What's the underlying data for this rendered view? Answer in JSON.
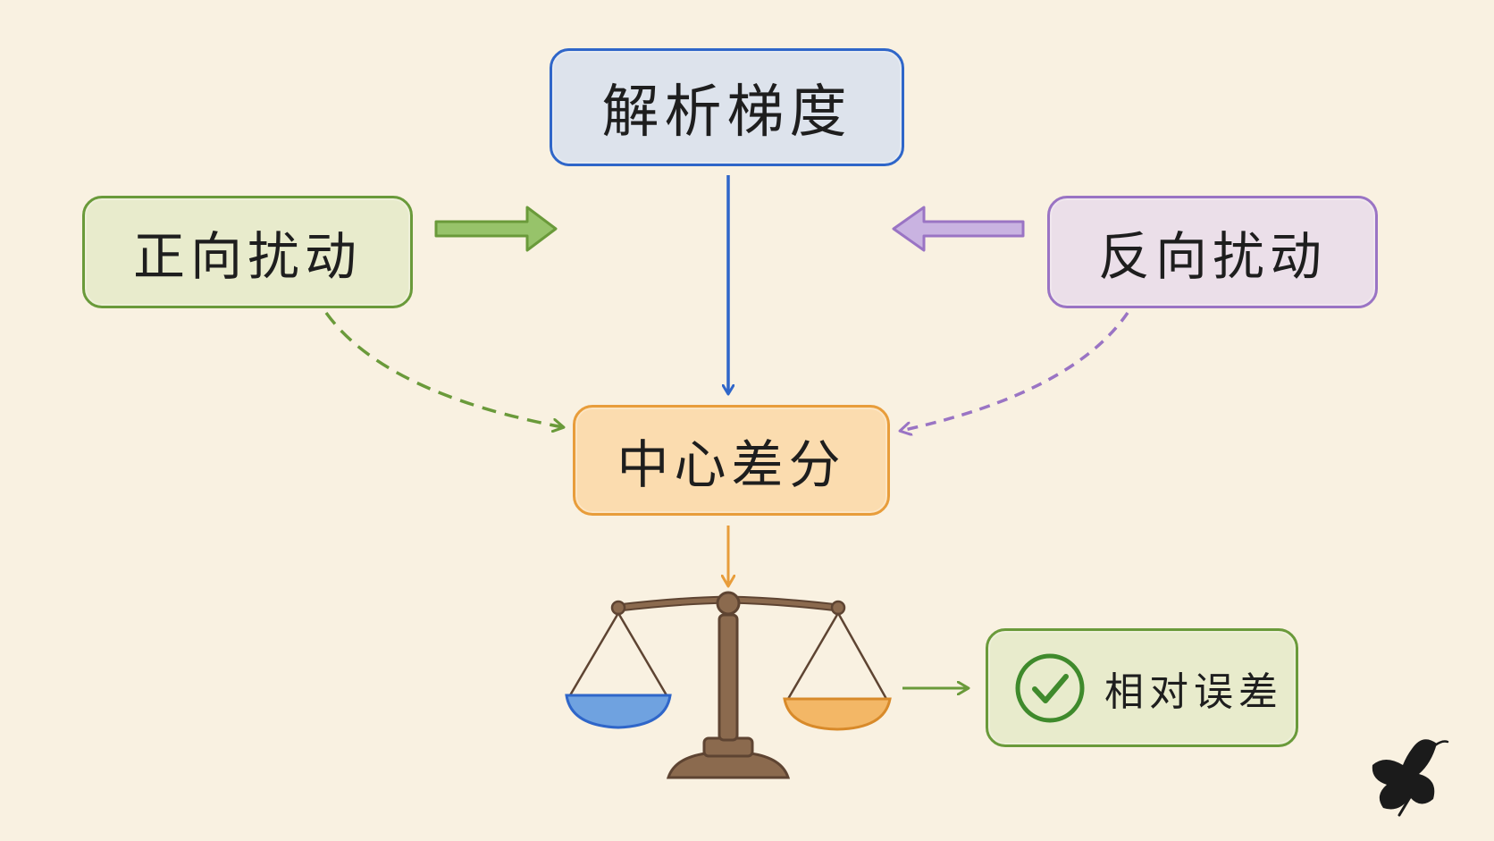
{
  "nodes": {
    "analytic_gradient": "解析梯度",
    "forward_perturbation": "正向扰动",
    "backward_perturbation": "反向扰动",
    "central_difference": "中心差分",
    "relative_error": "相对误差"
  },
  "icons": {
    "check": "check-circle-icon",
    "scale": "balance-scale-icon",
    "logo": "butterfly-logo-icon"
  },
  "colors": {
    "background": "#f9f1e1",
    "blue": "#2f66c9",
    "green": "#6a9a3a",
    "purple": "#9a74c4",
    "orange": "#e89d3b",
    "brown": "#8b6a4e"
  }
}
